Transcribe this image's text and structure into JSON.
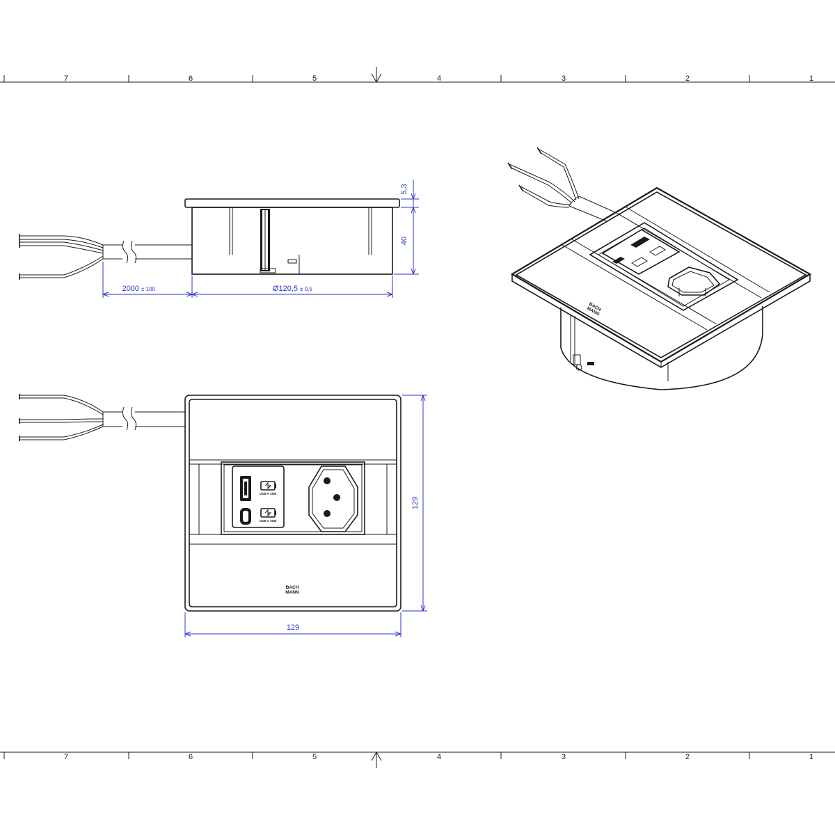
{
  "frame": {
    "zones": [
      "7",
      "6",
      "5",
      "4",
      "3",
      "2",
      "1"
    ]
  },
  "side_view": {
    "cable_length": "2000",
    "cable_length_tol": "± 100",
    "diameter": "Ø120,5",
    "diameter_tol": "± 0,5",
    "lid_height": "5,3",
    "body_height": "40"
  },
  "top_view": {
    "width": "129",
    "height": "129",
    "usb_a_label": "USB-A 15W",
    "usb_c_label": "USB-C 30W",
    "logo_line1": "BACH",
    "logo_line2": "MANN"
  },
  "iso_view": {
    "logo_line1": "BACH",
    "logo_line2": "MANN"
  }
}
